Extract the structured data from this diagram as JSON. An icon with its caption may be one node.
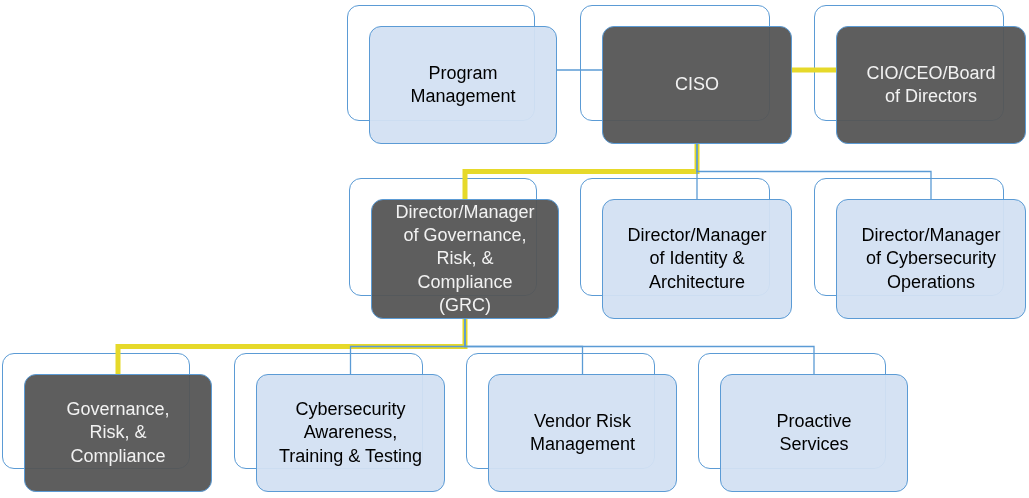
{
  "diagram": {
    "nodes": [
      {
        "text": [
          "Program Management"
        ]
      },
      {
        "text": [
          "CISO"
        ]
      },
      {
        "text": [
          "CIO/CEO/Board of Directors"
        ]
      },
      {
        "text": [
          "Director/Manager of Governance, Risk, & Compliance (GRC)"
        ]
      },
      {
        "text": [
          "Director/Manager of Identity & Architecture"
        ]
      },
      {
        "text": [
          "Director/Manager of Cybersecurity Operations"
        ]
      },
      {
        "text": [
          "Governance, Risk, & Compliance"
        ]
      },
      {
        "text": [
          "Cybersecurity Awareness, Training & Testing"
        ]
      },
      {
        "text": [
          "Vendor Risk Management"
        ]
      },
      {
        "text": [
          "Proactive Services"
        ]
      }
    ],
    "edges": [
      {
        "from": 1,
        "to": 0,
        "arrow": "none"
      },
      {
        "from": 1,
        "to": 2,
        "arrow": "none",
        "style": "thick",
        "color": "#e6d92a"
      },
      {
        "from": 1,
        "to": 3,
        "arrow": "none",
        "style": "thick",
        "color": "#e6d92a"
      },
      {
        "from": 1,
        "to": 4,
        "arrow": "none"
      },
      {
        "from": 1,
        "to": 5,
        "arrow": "none"
      },
      {
        "from": 3,
        "to": 6,
        "arrow": "none",
        "style": "thick",
        "color": "#e6d92a"
      },
      {
        "from": 3,
        "to": 7,
        "arrow": "none"
      },
      {
        "from": 3,
        "to": 8,
        "arrow": "none"
      },
      {
        "from": 3,
        "to": 9,
        "arrow": "none"
      }
    ]
  }
}
